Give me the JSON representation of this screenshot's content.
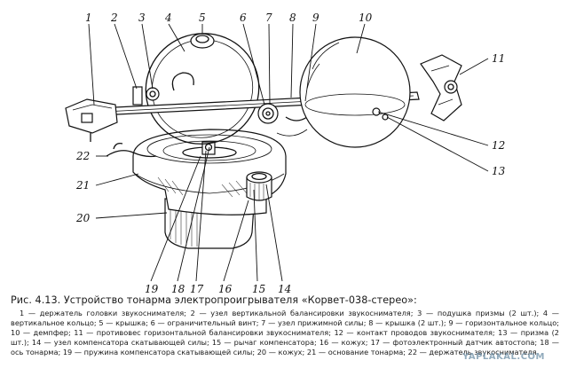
{
  "figure": {
    "callouts": [
      "1",
      "2",
      "3",
      "4",
      "5",
      "6",
      "7",
      "8",
      "9",
      "10",
      "11",
      "12",
      "13",
      "14",
      "15",
      "16",
      "17",
      "18",
      "19",
      "20",
      "21",
      "22"
    ]
  },
  "caption": {
    "title": "Рис. 4.13. Устройство тонарма электропроигрывателя «Корвет-038-стерео»:",
    "legend": "1 — держатель головки звукоснимателя; 2 — узел вертикальной балансировки звукоснимателя; 3 — подушка призмы (2 шт.); 4 — вертикальное кольцо; 5 — крышка; 6 — ограничительный винт; 7 — узел прижимной силы; 8 — крышка (2 шт.); 9 — горизонтальное кольцо; 10 — демпфер; 11 — противовес горизонтальной балансировки звукоснимателя; 12 — контакт проводов звукоснимателя; 13 — призма (2 шт.); 14 — узел компенсатора скатывающей силы; 15 — рычаг компенсатора; 16 — кожух; 17 — фотоэлектронный датчик автостопа; 18 — ось тонарма; 19 — пружина компенсатора скатывающей силы; 20 — кожух; 21 — основание тонарма; 22 — держатель звукоснимателя"
  },
  "watermark": "YAPLAKAL.COM"
}
